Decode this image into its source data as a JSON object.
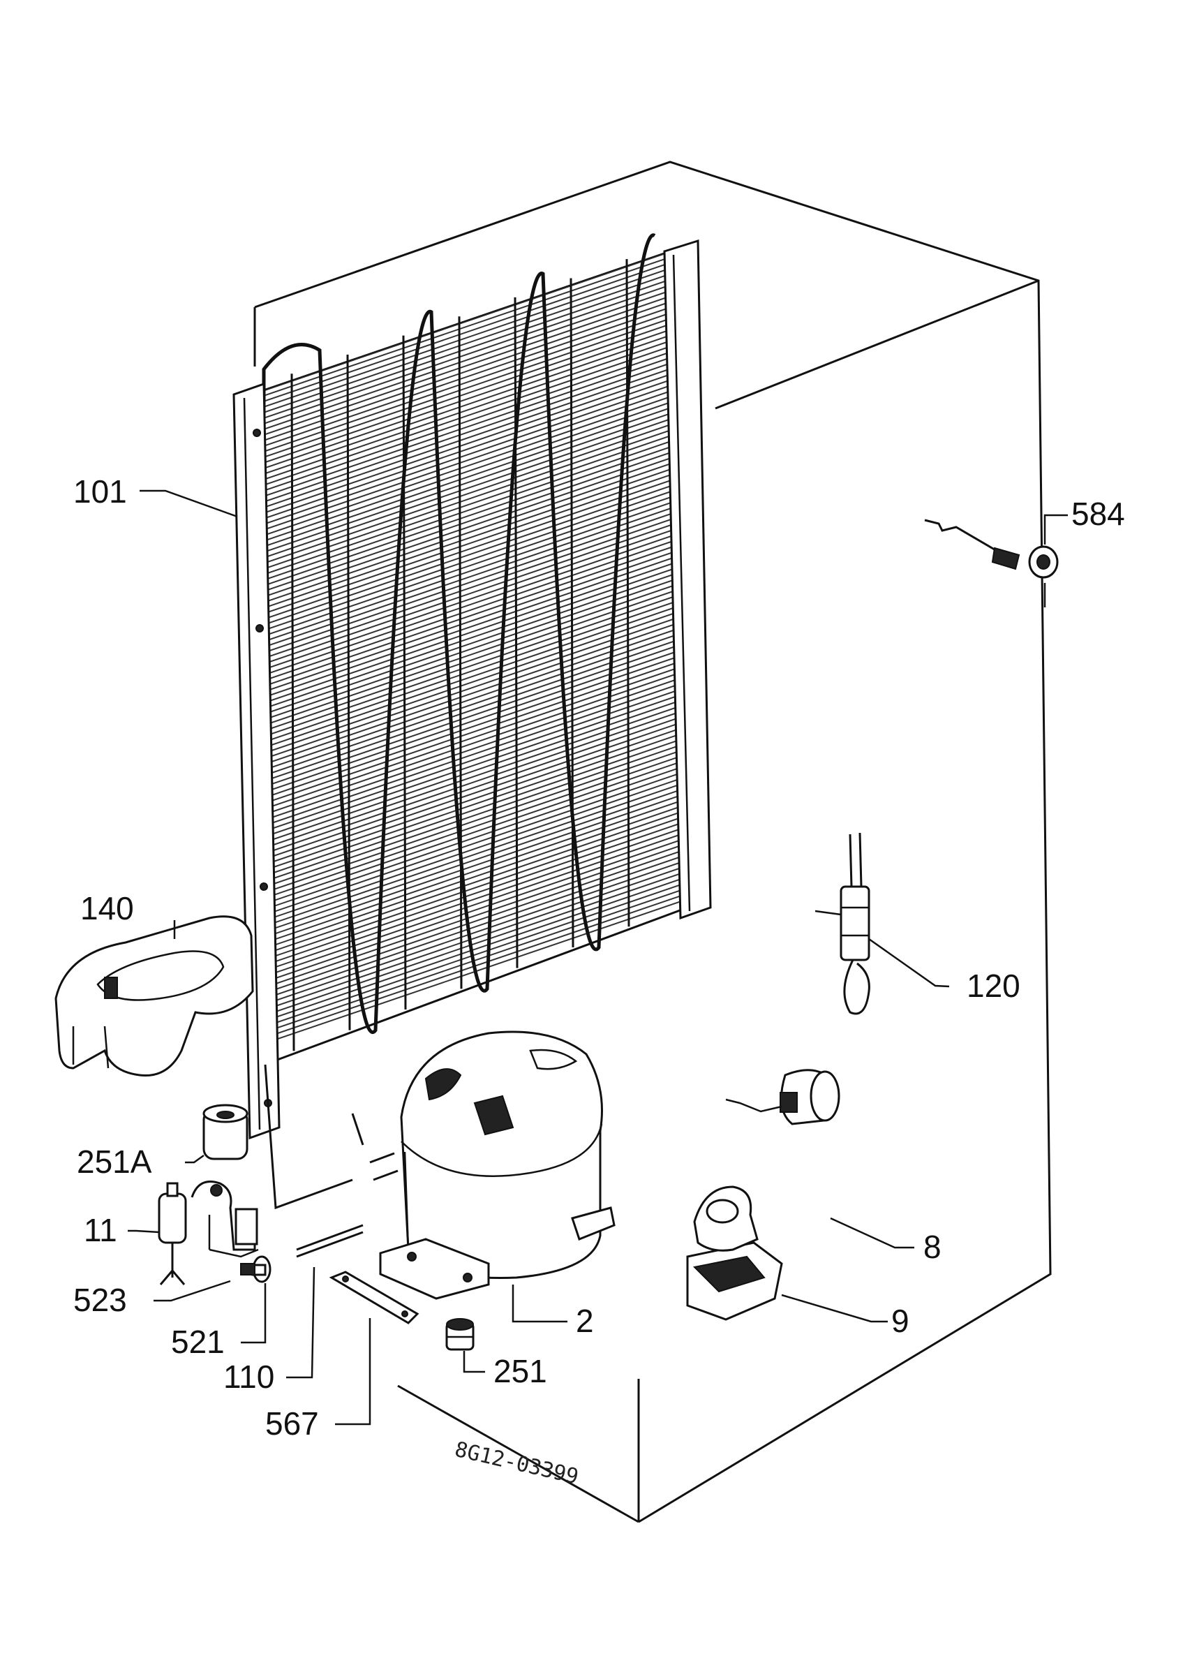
{
  "diagram": {
    "drawing_code": "8G12-03399",
    "callouts": [
      {
        "id": "101",
        "text": "101"
      },
      {
        "id": "584",
        "text": "584"
      },
      {
        "id": "140",
        "text": "140"
      },
      {
        "id": "120",
        "text": "120"
      },
      {
        "id": "251A",
        "text": "251A"
      },
      {
        "id": "11",
        "text": "11"
      },
      {
        "id": "8",
        "text": "8"
      },
      {
        "id": "523",
        "text": "523"
      },
      {
        "id": "2",
        "text": "2"
      },
      {
        "id": "9",
        "text": "9"
      },
      {
        "id": "521",
        "text": "521"
      },
      {
        "id": "251",
        "text": "251"
      },
      {
        "id": "110",
        "text": "110"
      },
      {
        "id": "567",
        "text": "567"
      }
    ]
  }
}
